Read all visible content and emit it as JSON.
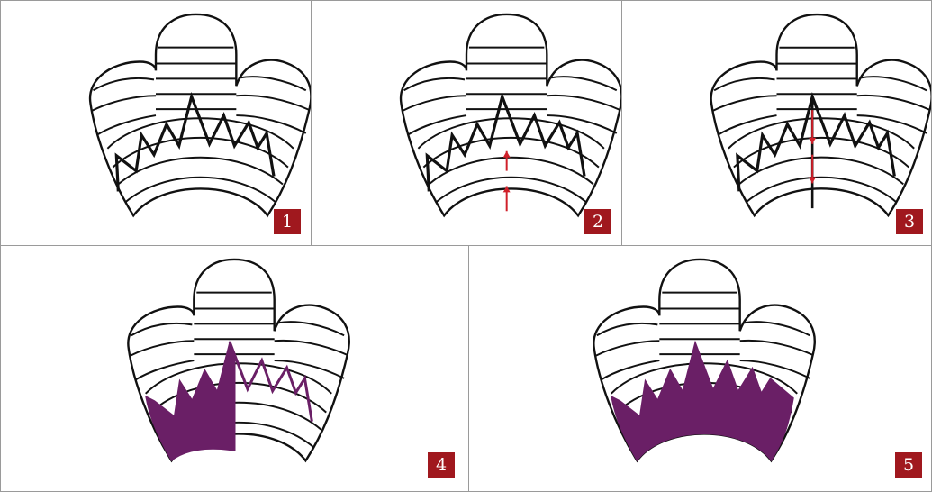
{
  "panels": [
    {
      "step": "1"
    },
    {
      "step": "2"
    },
    {
      "step": "3"
    },
    {
      "step": "4"
    },
    {
      "step": "5"
    }
  ],
  "colors": {
    "outline": "#111111",
    "arrow": "#d0202a",
    "fill": "#6a1f66",
    "badge": "#a0181e",
    "border": "#9a9a9a"
  }
}
